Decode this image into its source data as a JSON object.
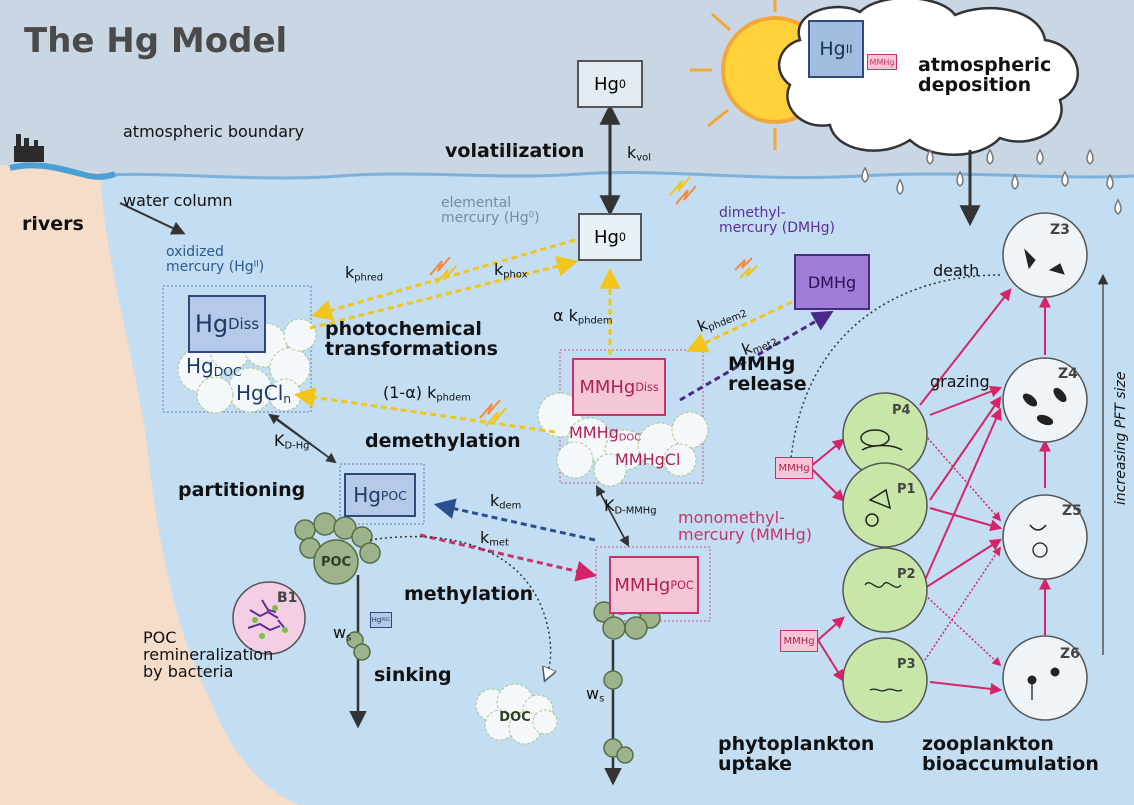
{
  "title": "The Hg Model",
  "labels": {
    "atmospheric_boundary": "atmospheric boundary",
    "water_column": "water column",
    "rivers": "rivers",
    "volatilization": "volatilization",
    "k_vol": "k",
    "k_vol_sub": "vol",
    "atmospheric_deposition": "atmospheric\ndeposition",
    "elemental_mercury": "elemental\nmercury (Hg",
    "elemental_mercury_sup": "0",
    "elemental_mercury_end": ")",
    "dimethyl_mercury": "dimethyl-\nmercury (DMHg)",
    "oxidized_mercury": "oxidized\nmercury (Hg",
    "oxidized_mercury_sup": "II",
    "oxidized_mercury_end": ")",
    "photochemical": "photochemical\ntransformations",
    "demethylation": "demethylation",
    "partitioning": "partitioning",
    "methylation": "methylation",
    "sinking": "sinking",
    "mmhg_release": "MMHg\nrelease",
    "monomethyl_mercury": "monomethyl-\nmercury (MMHg)",
    "poc_remineralization": "POC\nremineralization\nby bacteria",
    "death": "death",
    "grazing": "grazing",
    "increasing_pft": "increasing PFT size",
    "phytoplankton_uptake": "phytoplankton\nuptake",
    "zooplankton_bioaccumulation": "zooplankton\nbioaccumulation"
  },
  "rates": {
    "k_phred": [
      "k",
      "phred"
    ],
    "k_phox": [
      "k",
      "phox"
    ],
    "alpha_k_phdem": [
      "α k",
      "phdem"
    ],
    "one_minus_alpha": [
      "(1-α) k",
      "phdem"
    ],
    "k_phdem2": [
      "k",
      "phdem2"
    ],
    "k_met2": [
      "k",
      "met2"
    ],
    "K_D_Hg": [
      "K",
      "D-Hg"
    ],
    "K_D_MMHg": [
      "K",
      "D-MMHg"
    ],
    "k_dem": [
      "k",
      "dem"
    ],
    "k_met": [
      "k",
      "met"
    ],
    "w_s": [
      "w",
      "s"
    ]
  },
  "boxes": {
    "hg0_atm": [
      "Hg",
      "0"
    ],
    "hg0_water": [
      "Hg",
      "0"
    ],
    "hg_ii_atm": [
      "Hg",
      "II"
    ],
    "mmhg_small": "MMHg",
    "dmhg": "DMHg",
    "hg_diss": [
      "Hg",
      "Diss"
    ],
    "hg_doc": [
      "Hg",
      "DOC"
    ],
    "hgcln": [
      "HgCl",
      "n"
    ],
    "mmhg_diss": [
      "MMHg",
      "Diss"
    ],
    "mmhg_doc": [
      "MMHg",
      "DOC"
    ],
    "mmhgcl": "MMHgCl",
    "hg_poc": [
      "Hg",
      "POC"
    ],
    "mmhg_poc": [
      "MMHg",
      "POC"
    ],
    "poc": "POC",
    "doc": "DOC",
    "mmhg_uptake_1": "MMHg",
    "mmhg_uptake_2": "MMHg",
    "hg_poc_small": "Hg",
    "hg_poc_small_sub": "POC"
  },
  "plankton": [
    "P4",
    "P1",
    "P2",
    "P3",
    "Z3",
    "Z4",
    "Z5",
    "Z6",
    "B1"
  ],
  "colors": {
    "sky": "#c9d6e4",
    "water": "#c3ddf2",
    "land": "#f6ddc9",
    "hg_box": "#b5c9e8",
    "mmhg_box": "#f5c6d6",
    "dmhg_box": "#a07dd6",
    "phyto": "#c8e6a8",
    "zoo": "#eef4f8",
    "arrow_yellow": "#f2c51b",
    "arrow_magenta": "#d6246a",
    "arrow_blue": "#2a4f8f",
    "arrow_purple": "#4a2a88",
    "text_blue": "#2c5a8c",
    "text_magenta": "#c8336b",
    "text_purple": "#5a2f9b"
  }
}
